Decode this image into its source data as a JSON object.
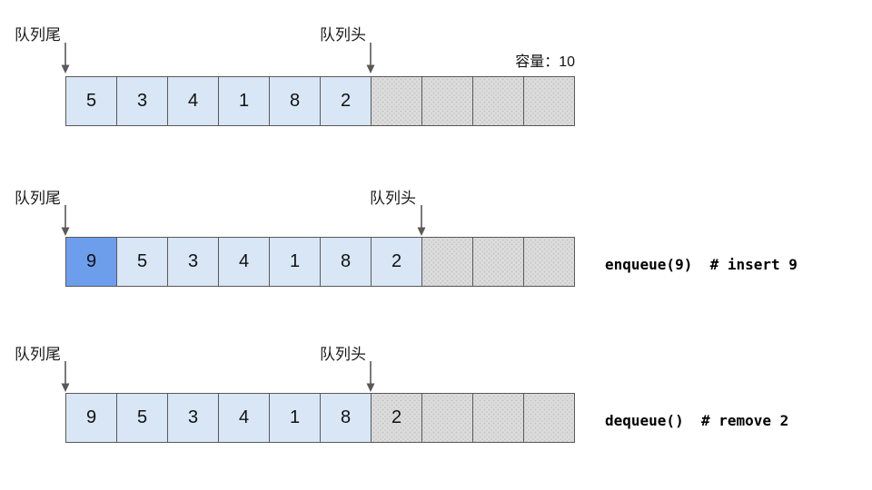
{
  "labels": {
    "queue_tail": "队列尾",
    "queue_head": "队列头",
    "capacity": "容量：10"
  },
  "capacity": 10,
  "colors": {
    "cell_filled": "#d8e6f5",
    "cell_inserted": "#6d9eeb",
    "cell_empty": "#dcdcdc",
    "cell_border": "#595959",
    "arrow": "#595959",
    "code_text": "#000000"
  },
  "states": [
    {
      "name": "initial",
      "tail_boundary_index": 0,
      "head_boundary_index": 6,
      "code": "",
      "cells": [
        {
          "value": "5",
          "type": "filled"
        },
        {
          "value": "3",
          "type": "filled"
        },
        {
          "value": "4",
          "type": "filled"
        },
        {
          "value": "1",
          "type": "filled"
        },
        {
          "value": "8",
          "type": "filled"
        },
        {
          "value": "2",
          "type": "filled"
        },
        {
          "value": "",
          "type": "empty"
        },
        {
          "value": "",
          "type": "empty"
        },
        {
          "value": "",
          "type": "empty"
        },
        {
          "value": "",
          "type": "empty"
        }
      ]
    },
    {
      "name": "after-enqueue",
      "tail_boundary_index": 0,
      "head_boundary_index": 7,
      "code": "enqueue(9)  # insert 9",
      "cells": [
        {
          "value": "9",
          "type": "inserted"
        },
        {
          "value": "5",
          "type": "filled"
        },
        {
          "value": "3",
          "type": "filled"
        },
        {
          "value": "4",
          "type": "filled"
        },
        {
          "value": "1",
          "type": "filled"
        },
        {
          "value": "8",
          "type": "filled"
        },
        {
          "value": "2",
          "type": "filled"
        },
        {
          "value": "",
          "type": "empty"
        },
        {
          "value": "",
          "type": "empty"
        },
        {
          "value": "",
          "type": "empty"
        }
      ]
    },
    {
      "name": "after-dequeue",
      "tail_boundary_index": 0,
      "head_boundary_index": 6,
      "code": "dequeue()  # remove 2",
      "cells": [
        {
          "value": "9",
          "type": "filled"
        },
        {
          "value": "5",
          "type": "filled"
        },
        {
          "value": "3",
          "type": "filled"
        },
        {
          "value": "4",
          "type": "filled"
        },
        {
          "value": "1",
          "type": "filled"
        },
        {
          "value": "8",
          "type": "filled"
        },
        {
          "value": "2",
          "type": "removed"
        },
        {
          "value": "",
          "type": "empty"
        },
        {
          "value": "",
          "type": "empty"
        },
        {
          "value": "",
          "type": "empty"
        }
      ]
    }
  ]
}
